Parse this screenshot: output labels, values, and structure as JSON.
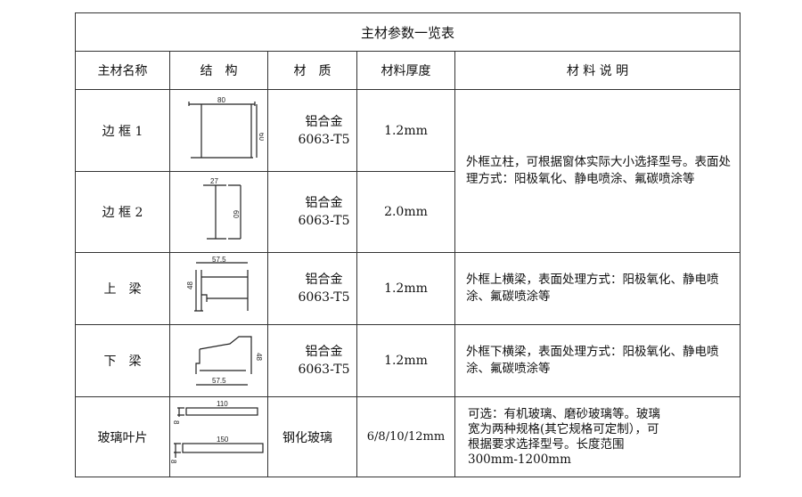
{
  "title": "主材参数一览表",
  "headers": [
    "主材名称",
    "结　构",
    "材　质",
    "材料厚度",
    "材 料 说 明"
  ],
  "rows": [
    {
      "name": "边 框 1",
      "material": [
        "铝合金",
        "6063-T5"
      ],
      "thickness": "1.2mm",
      "dims": [
        "80",
        "60"
      ]
    },
    {
      "name": "边 框 2",
      "material": [
        "铝合金",
        "6063-T5"
      ],
      "thickness": "2.0mm",
      "dims": [
        "27",
        "60"
      ]
    },
    {
      "name": "上　梁",
      "material": [
        "铝合金",
        "6063-T5"
      ],
      "thickness": "1.2mm",
      "dims": [
        "57.5",
        "48"
      ],
      "description": "外框上横梁，表面处理方式：阳极氧化、静电喷涂、氟碳喷涂等"
    },
    {
      "name": "下　梁",
      "material": [
        "铝合金",
        "6063-T5"
      ],
      "thickness": "1.2mm",
      "dims": [
        "57.5",
        "48"
      ],
      "description": "外框下横梁，表面处理方式：阳极氧化、静电喷涂、氟碳喷涂等"
    },
    {
      "name": "玻璃叶片",
      "material": [
        "钢化玻璃"
      ],
      "thickness": "6/8/10/12mm",
      "dims": [
        "110",
        "8",
        "150",
        "8"
      ],
      "description": [
        "可选：有机玻璃、磨砂玻璃等。玻璃",
        "宽为两种规格(其它规格可定制），可",
        "根据要求选择型号。长度范围",
        "300mm-1200mm"
      ]
    }
  ],
  "frame_description": "外框立柱，可根据窗体实际大小选择型号。表面处理方式：阳极氧化、静电喷涂、氟碳喷涂等"
}
